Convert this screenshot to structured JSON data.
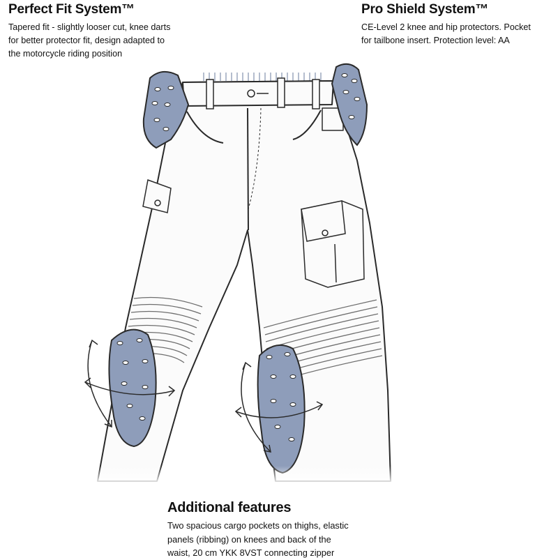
{
  "features": [
    {
      "title": "Perfect Fit System™",
      "lines": [
        "Tapered fit - slightly looser cut, knee darts",
        "for better protector fit, design adapted to",
        "the motorcycle riding position"
      ]
    },
    {
      "title": "Pro Shield System™",
      "lines": [
        "CE-Level 2 knee and hip protectors. Pocket",
        "for tailbone insert. Protection level: AA"
      ]
    },
    {
      "title": "Additional features",
      "lines": [
        "Two spacious cargo pockets on thighs, elastic",
        "panels (ribbing) on knees and back of the",
        "waist, 20 cm YKK 8VST connecting zipper"
      ]
    }
  ],
  "colors": {
    "protector": "#8e9dba",
    "outline": "#2a2a2a",
    "ribbing": "#7a7a7a",
    "pants": "#fbfbfb"
  }
}
